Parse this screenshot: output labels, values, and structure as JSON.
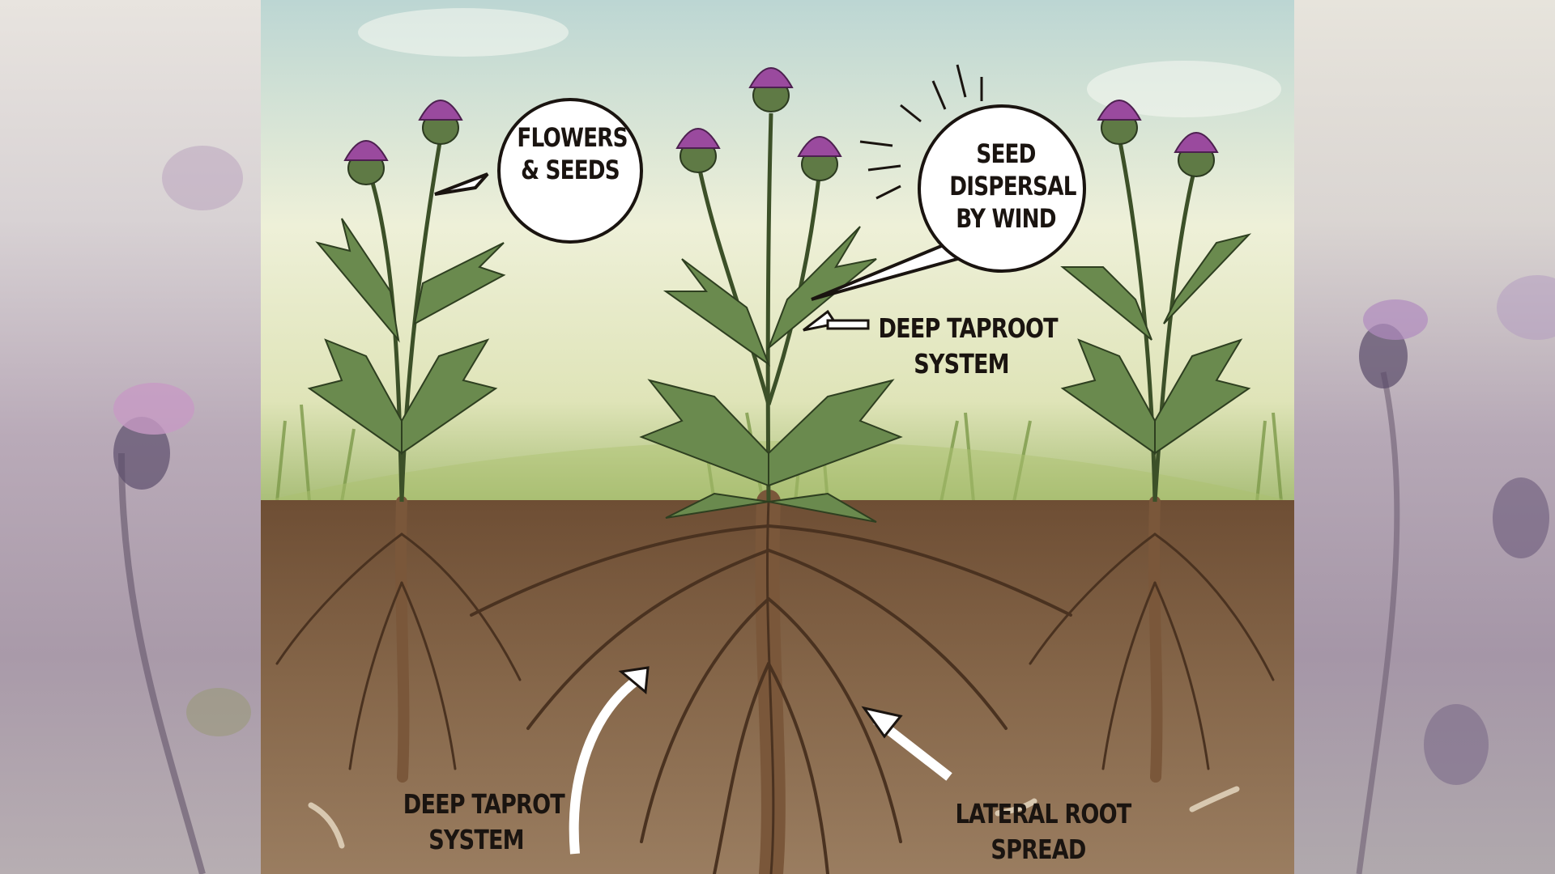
{
  "labels": {
    "flowers_seeds": [
      "FLOWERS",
      "& SEEDS"
    ],
    "seed_dispersal": [
      "SEED",
      "DISPERSAL",
      "BY WIND"
    ],
    "deep_taproot_upper": [
      "DEEP TAPROOT",
      "SYSTEM"
    ],
    "deep_taproot_lower": [
      "DEEP TAPROT",
      "SYSTEM"
    ],
    "lateral_root": [
      "LATERAL ROOT",
      "SPREAD"
    ]
  },
  "colors": {
    "flower": "#9a4a9e",
    "stem": "#5f7a45",
    "soil": "#7a5a3e",
    "root": "#5b3e26",
    "sky": "#c9dcd8"
  }
}
